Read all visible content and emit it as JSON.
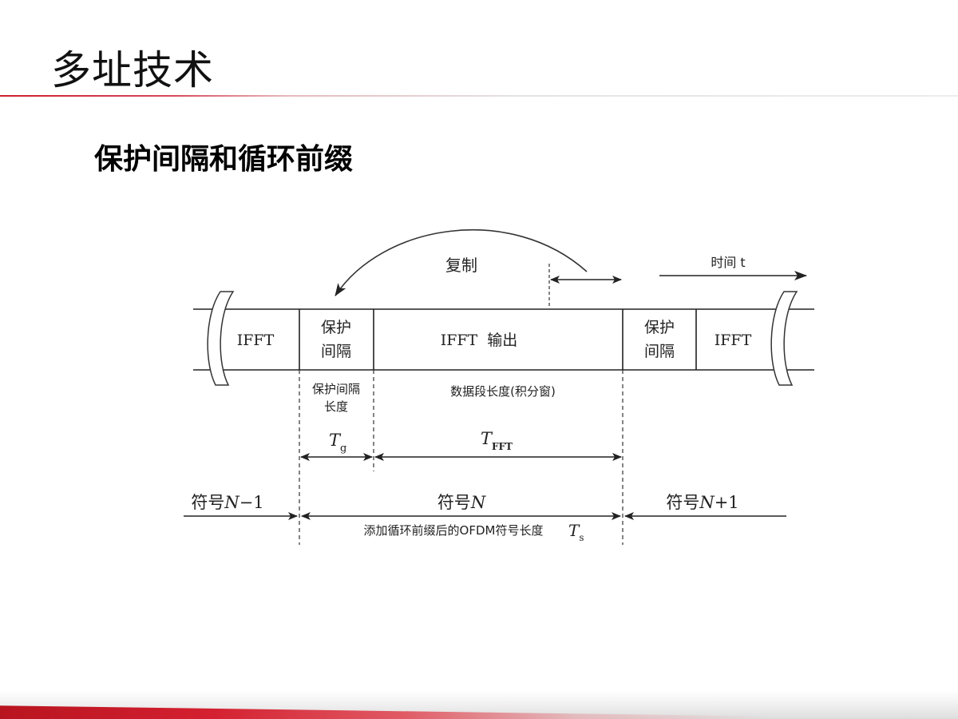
{
  "slide": {
    "title": "多址技术",
    "subtitle": "保护间隔和循环前缀"
  },
  "diagram": {
    "copy_label": "复制",
    "time_label": "时间 t",
    "blocks": {
      "ifft_left": "IFFT",
      "guard_left_line1": "保护",
      "guard_left_line2": "间隔",
      "ifft_output": "IFFT  输出",
      "guard_right_line1": "保护",
      "guard_right_line2": "间隔",
      "ifft_right": "IFFT"
    },
    "guard_length_line1": "保护间隔",
    "guard_length_line2": "长度",
    "data_length": "数据段长度(积分窗)",
    "tg": {
      "main": "T",
      "sub": "g"
    },
    "tfft": {
      "main": "T",
      "sub": "FFT"
    },
    "symbols": {
      "prev_prefix": "符号",
      "prev_var": "N",
      "prev_suffix": "−1",
      "current_prefix": "符号",
      "current_var": "N",
      "next_prefix": "符号",
      "next_var": "N",
      "next_suffix": "+1"
    },
    "ofdm_length": "添加循环前缀后的OFDM符号长度",
    "ts": {
      "main": "T",
      "sub": "s"
    }
  }
}
